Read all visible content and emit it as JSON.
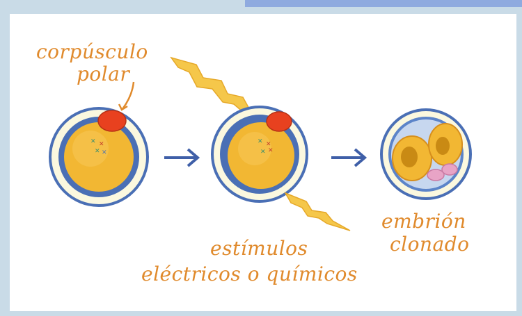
{
  "labels": {
    "polar_body": [
      "corpúsculo",
      "polar"
    ],
    "stimuli": [
      "estímulos",
      "eléctricos o químicos"
    ],
    "embryo": [
      "embrión",
      "clonado"
    ]
  },
  "colors": {
    "label": "#e08a2c",
    "arrow": "#3f5fa8",
    "zona": "#4a6fb5",
    "ooplasm": "#f2b733",
    "polar_body": "#e8411f",
    "lightning": "#f5c74a"
  }
}
